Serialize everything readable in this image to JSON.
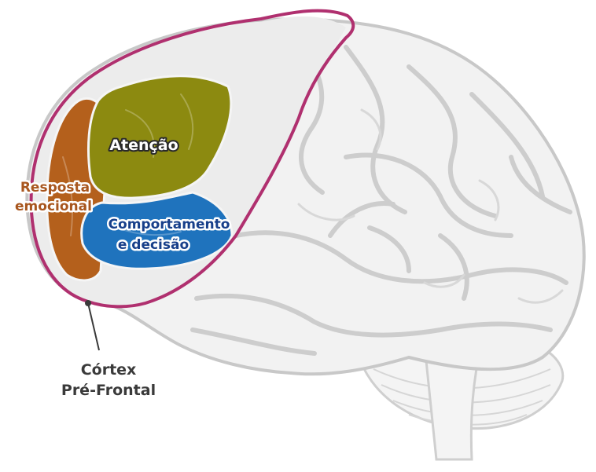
{
  "labels": {
    "attention": "Atenção",
    "emotional_line1": "Resposta",
    "emotional_line2": "emocional",
    "behavior_line1": "Comportamento",
    "behavior_line2": "e decisão",
    "pfc_line1": "Córtex",
    "pfc_line2": "Pré-Frontal"
  },
  "colors": {
    "brain_fill": "#f2f2f2",
    "brain_outline": "#c8c8c8",
    "attention_region": "#8c8a10",
    "behavior_region": "#1f73bd",
    "emotional_region": "#b4601c",
    "pfc_outline": "#b0306f",
    "emotional_text": "#a8561e",
    "behavior_text": "#173f8a",
    "attention_text": "#ffffff",
    "pointer_text": "#3a3a3a"
  }
}
